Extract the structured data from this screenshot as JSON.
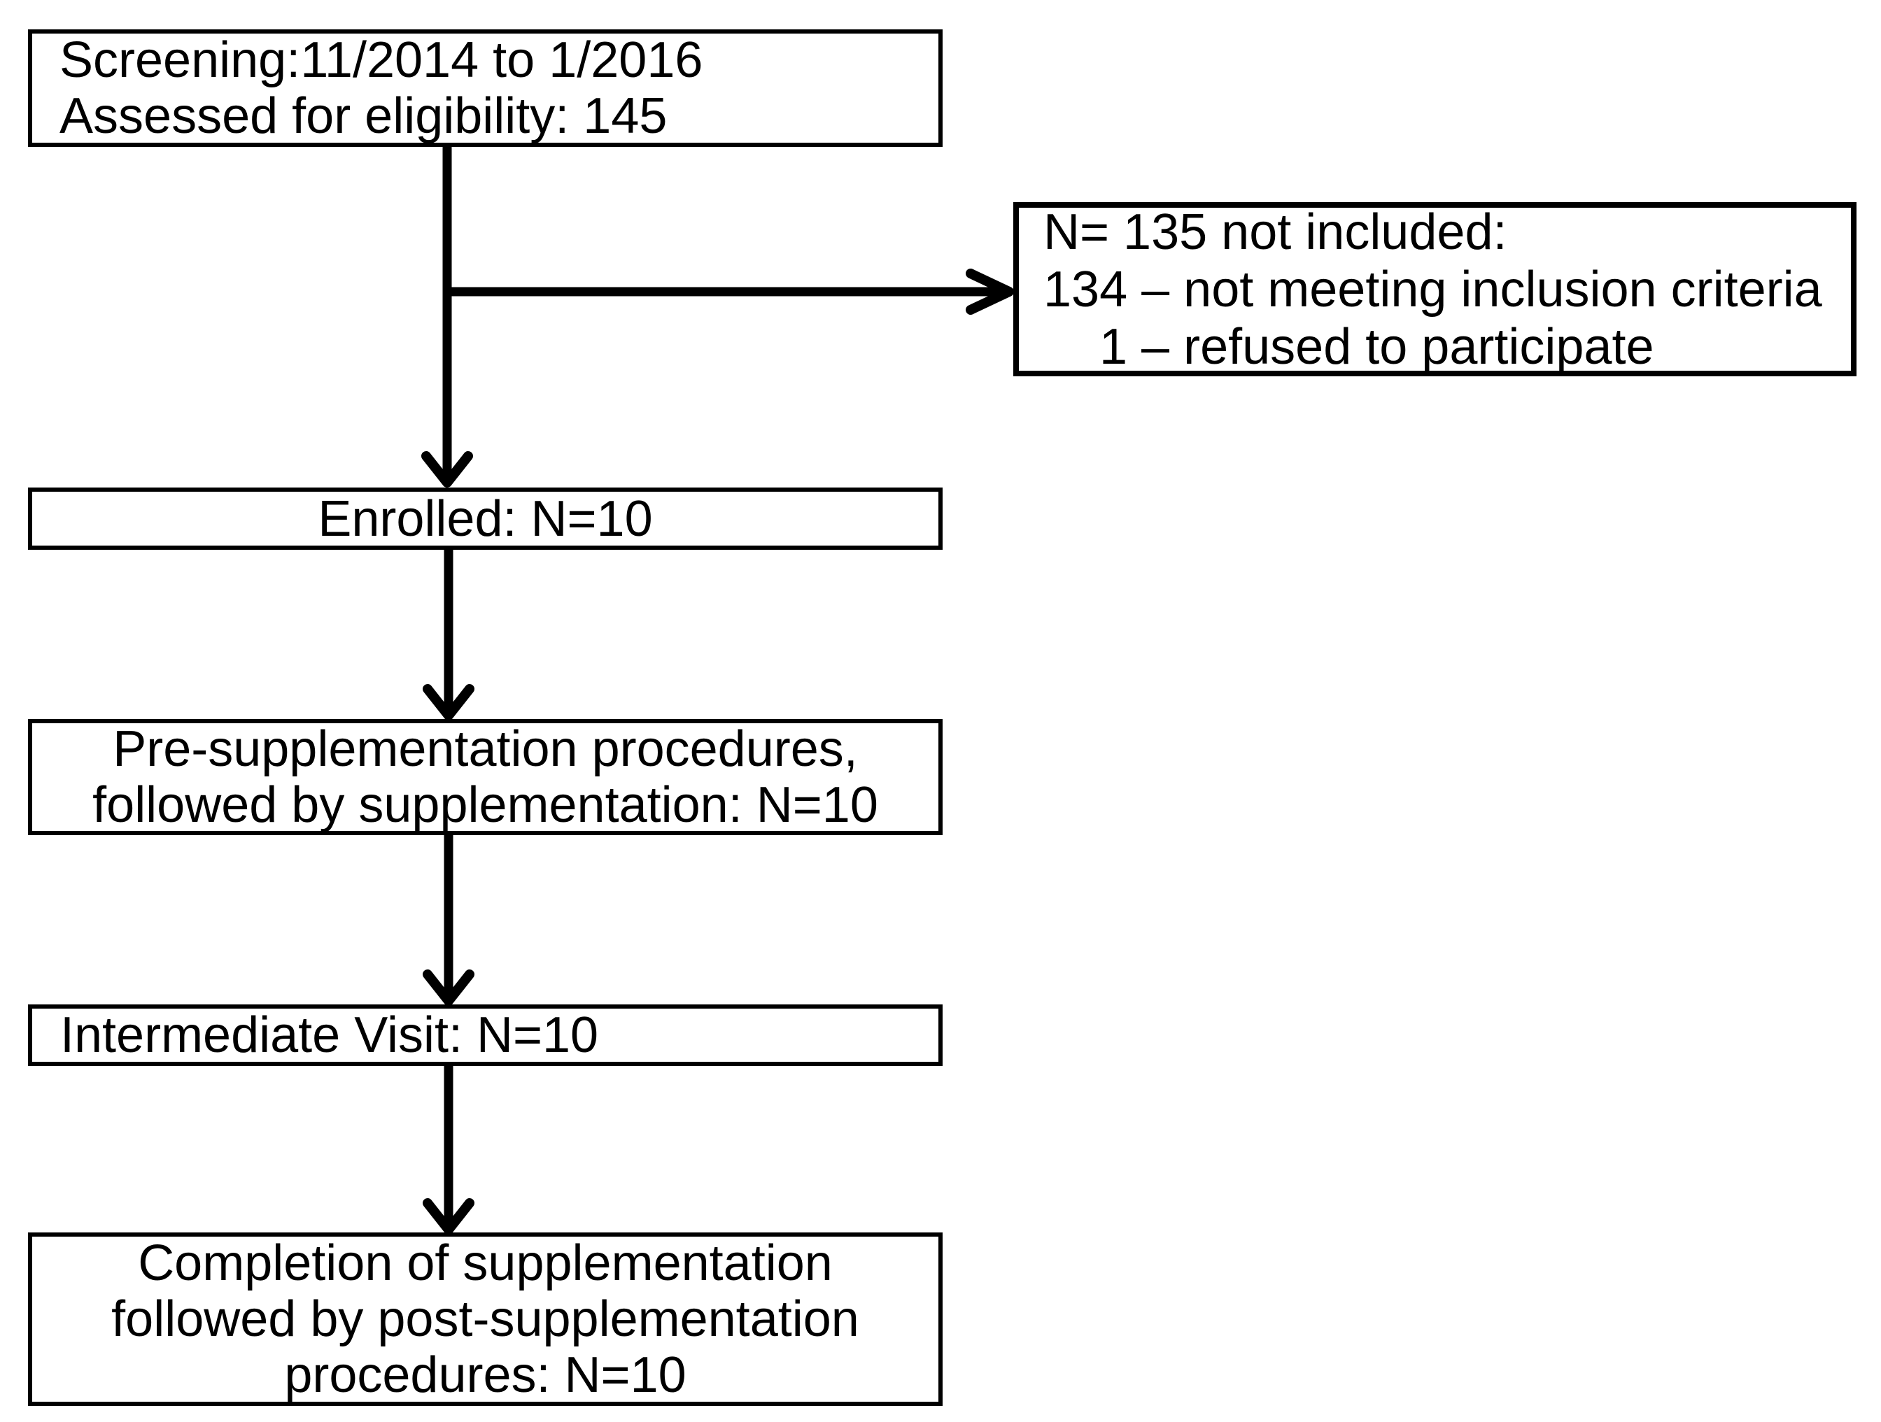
{
  "diagram": {
    "type": "flowchart",
    "colors": {
      "border": "#000000",
      "background": "#ffffff",
      "text": "#000000",
      "arrow": "#000000"
    },
    "nodes": {
      "screening": {
        "lines": [
          "Screening:11/2014 to 1/2016",
          "Assessed for eligibility: 145"
        ]
      },
      "not_included": {
        "lines": [
          "N= 135 not included:",
          "134 – not meeting inclusion criteria",
          "1 – refused to participate"
        ]
      },
      "enrolled": {
        "label": "Enrolled: N=10"
      },
      "pre_supplementation": {
        "lines": [
          "Pre-supplementation procedures,",
          "followed by supplementation: N=10"
        ]
      },
      "intermediate_visit": {
        "label": "Intermediate Visit: N=10"
      },
      "completion": {
        "lines": [
          "Completion of supplementation",
          "followed by post-supplementation",
          "procedures: N=10"
        ]
      }
    }
  }
}
